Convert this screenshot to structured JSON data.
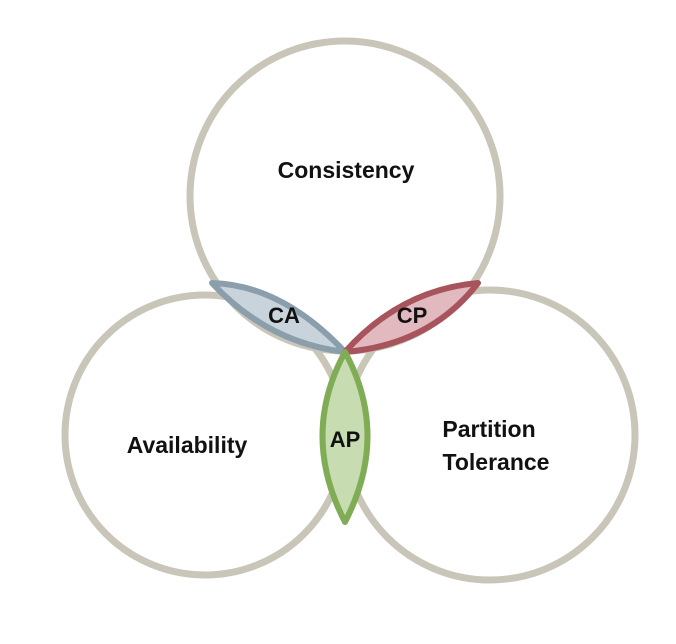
{
  "diagram": {
    "sets": {
      "consistency": "Consistency",
      "availability": "Availability",
      "partition_line1": "Partition",
      "partition_line2": "Tolerance"
    },
    "intersections": {
      "ca": "CA",
      "cp": "CP",
      "ap": "AP"
    },
    "colors": {
      "circle_stroke": "#c9c5b8",
      "ca_fill": "#c8d3dc",
      "ca_stroke": "#8a9eac",
      "cp_fill": "#e1b9be",
      "cp_stroke": "#a8545d",
      "ap_fill": "#c7dcb0",
      "ap_stroke": "#7fac55"
    }
  }
}
